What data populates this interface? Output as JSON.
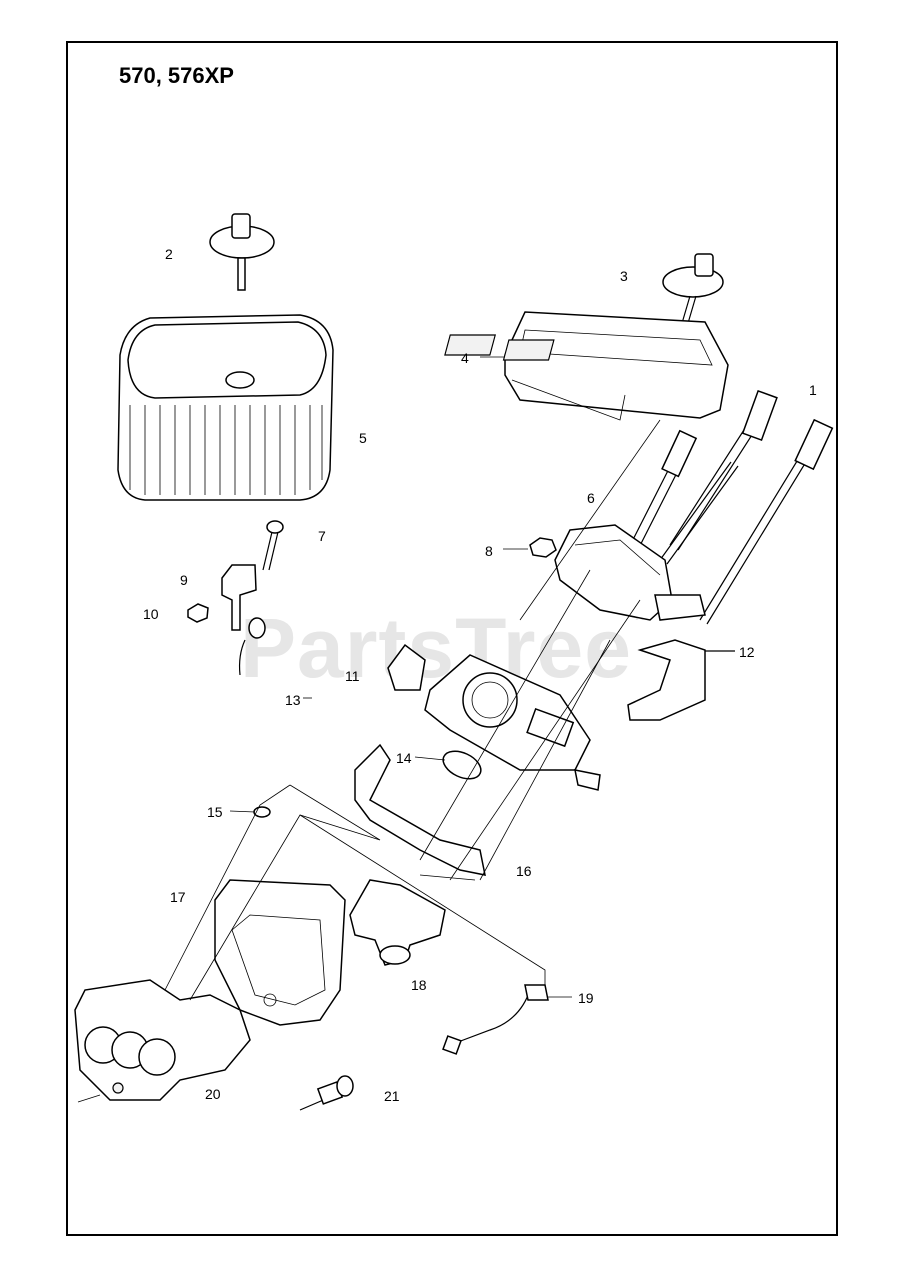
{
  "diagram": {
    "title": "570, 576XP",
    "watermark": "PartsTree",
    "watermark_tm": "™",
    "callouts": [
      "1",
      "2",
      "3",
      "4",
      "5",
      "6",
      "7",
      "8",
      "9",
      "10",
      "11",
      "12",
      "13",
      "14",
      "15",
      "16",
      "17",
      "18",
      "19",
      "20",
      "21"
    ]
  }
}
